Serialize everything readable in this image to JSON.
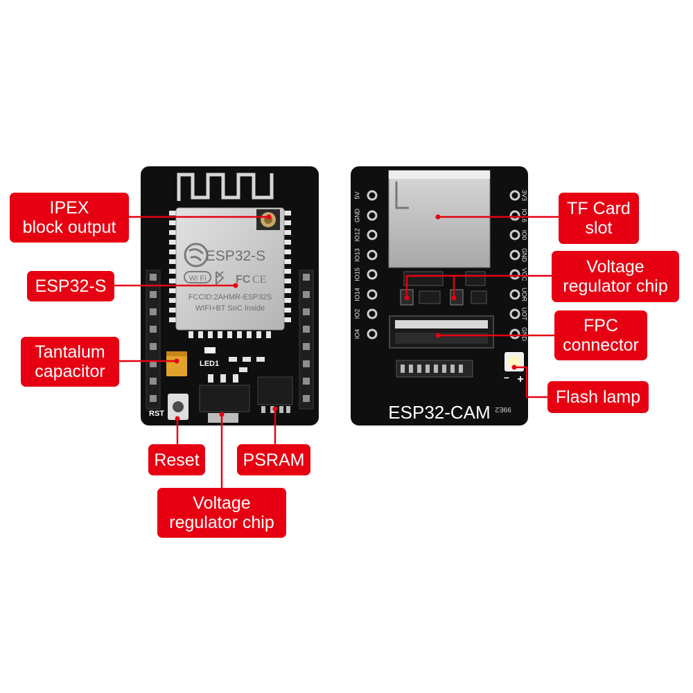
{
  "colors": {
    "accent": "#e60012",
    "board": "#0f0f0f",
    "module": "#c9c9c9",
    "text": "#ffffff"
  },
  "front_board": {
    "module_brand": "ESP32-S",
    "module_fcc_id": "FCCID:2AHMR-ESP32S",
    "module_line": "WIFI+BT SoC Inside",
    "wifi_text": "Wi Fi",
    "fcc_text": "FC",
    "ce_text": "CE",
    "led_label": "LED1",
    "rst_label": "RST"
  },
  "back_board": {
    "title": "ESP32-CAM",
    "code": "99E2",
    "pins_left": [
      "5V",
      "GND",
      "IO12",
      "IO13",
      "IO15",
      "IO14",
      "IO2",
      "IO4"
    ],
    "pins_right": [
      "3V3",
      "IO16",
      "IO0",
      "GND",
      "VCC",
      "UOR",
      "UOT",
      "GND"
    ],
    "polarity_minus": "−",
    "polarity_plus": "+"
  },
  "callouts": {
    "ipex": [
      "IPEX",
      "block output"
    ],
    "esp32s": [
      "ESP32-S"
    ],
    "tantalum": [
      "Tantalum",
      "capacitor"
    ],
    "reset": [
      "Reset"
    ],
    "psram": [
      "PSRAM"
    ],
    "vreg_front": [
      "Voltage",
      "regulator chip"
    ],
    "tf_card": [
      "TF Card",
      "slot"
    ],
    "vreg_back": [
      "Voltage",
      "regulator chip"
    ],
    "fpc": [
      "FPC",
      "connector"
    ],
    "flash": [
      "Flash lamp"
    ]
  }
}
